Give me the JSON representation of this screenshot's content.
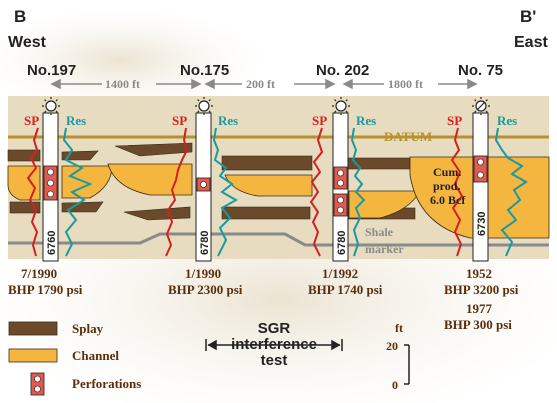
{
  "corners": {
    "left_letter": "B",
    "left_dir": "West",
    "right_letter": "B'",
    "right_dir": "East"
  },
  "wells": [
    {
      "name": "No.197",
      "depth": "6760",
      "date": "7/1990",
      "bhp": "BHP 1790 psi"
    },
    {
      "name": "No.175",
      "depth": "6780",
      "date": "1/1990",
      "bhp": "BHP 2300 psi"
    },
    {
      "name": "No. 202",
      "depth": "6780",
      "date": "1/1992",
      "bhp": "BHP 1740 psi"
    },
    {
      "name": "No. 75",
      "depth": "6730",
      "date": "1952",
      "bhp": "BHP 3200 psi",
      "date2": "1977",
      "bhp2": "BHP 300 psi"
    }
  ],
  "spacings": [
    "1400 ft",
    "200 ft",
    "1800 ft"
  ],
  "log_labels": {
    "sp": "SP",
    "res": "Res"
  },
  "datum": "DATUM",
  "shale_marker": [
    "Shale",
    "marker"
  ],
  "cum_prod": [
    "Cum.",
    "prod.",
    "6.0 Bcf"
  ],
  "legend": [
    {
      "label": "Splay",
      "color": "#6b4a2b"
    },
    {
      "label": "Channel",
      "color": "#f5b640"
    },
    {
      "label": "Perforations",
      "color": "#d9534f"
    }
  ],
  "sgr": [
    "SGR",
    "interference",
    "test"
  ],
  "scale": {
    "unit": "ft",
    "top": "20",
    "bottom": "0"
  },
  "colors": {
    "band": "#e7dcbf",
    "splay": "#6b4a2b",
    "channel": "#f5b640",
    "sp": "#d42020",
    "res": "#1a9aa0",
    "datum": "#b8902c",
    "shale": "#8a8a8a",
    "text": "#5a2d0c"
  }
}
